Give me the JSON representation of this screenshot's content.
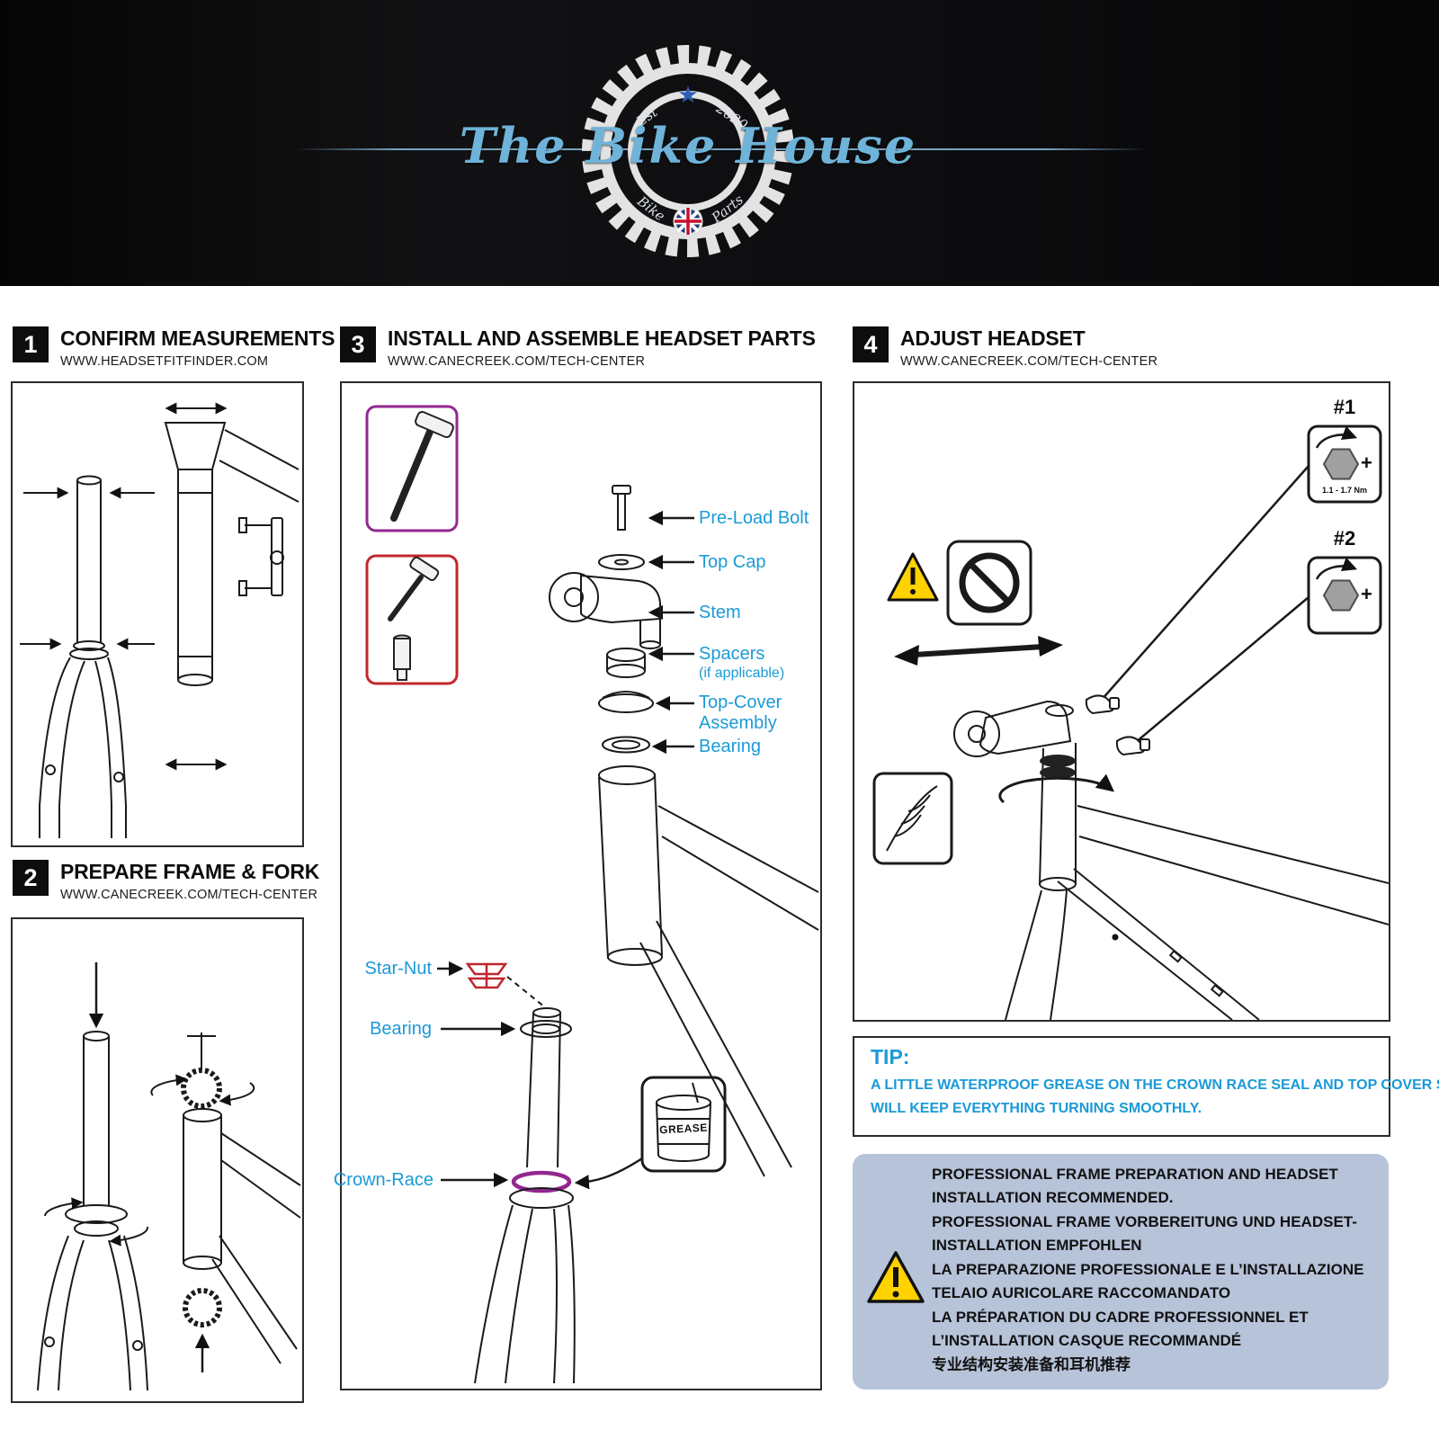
{
  "banner": {
    "title": "The Bike House",
    "est": "Est",
    "year": "2020",
    "bike": "Bike",
    "parts": "Parts"
  },
  "steps": {
    "s1": {
      "num": "1",
      "title": "CONFIRM MEASUREMENTS",
      "url": "WWW.HEADSETFITFINDER.COM"
    },
    "s2": {
      "num": "2",
      "title": "PREPARE FRAME & FORK",
      "url": "WWW.CANECREEK.COM/TECH-CENTER"
    },
    "s3": {
      "num": "3",
      "title": "INSTALL AND ASSEMBLE HEADSET PARTS",
      "url": "WWW.CANECREEK.COM/TECH-CENTER"
    },
    "s4": {
      "num": "4",
      "title": "ADJUST HEADSET",
      "url": "WWW.CANECREEK.COM/TECH-CENTER"
    }
  },
  "step3_labels": {
    "preload_bolt": "Pre-Load Bolt",
    "top_cap": "Top Cap",
    "stem": "Stem",
    "spacers": "Spacers",
    "spacers_note": "(if applicable)",
    "top_cover_1": "Top-Cover",
    "top_cover_2": "Assembly",
    "bearing_top": "Bearing",
    "star_nut": "Star-Nut",
    "bearing_bottom": "Bearing",
    "crown_race": "Crown-Race",
    "grease": "GREASE"
  },
  "step4": {
    "t1": "#1",
    "t2": "#2",
    "torque": "1.1 - 1.7 Nm",
    "plus": "+"
  },
  "tip": {
    "heading": "TIP:",
    "line1": "A LITTLE WATERPROOF GREASE ON THE CROWN RACE SEAL AND TOP COVER SEAL",
    "line2": "WILL KEEP EVERYTHING TURNING SMOOTHLY."
  },
  "notice": {
    "lines": [
      "PROFESSIONAL FRAME PREPARATION AND HEADSET INSTALLATION RECOMMENDED.",
      "PROFESSIONAL FRAME VORBEREITUNG UND HEADSET-INSTALLATION EMPFOHLEN",
      "LA PREPARAZIONE PROFESSIONALE E L’INSTALLAZIONE TELAIO AURICOLARE RACCOMANDATO",
      "LA PRÉPARATION DU CADRE PROFESSIONNEL ET L’INSTALLATION CASQUE RECOMMANDÉ",
      "专业结构安装准备和耳机推荐"
    ]
  },
  "colors": {
    "label_blue": "#1b9ad6",
    "notice_bg": "#b6c3d9",
    "warning_yellow": "#ffd200",
    "star_nut_red": "#c1272d",
    "crown_race_purple": "#93278f",
    "logo_blue": "#6fb3d9"
  }
}
